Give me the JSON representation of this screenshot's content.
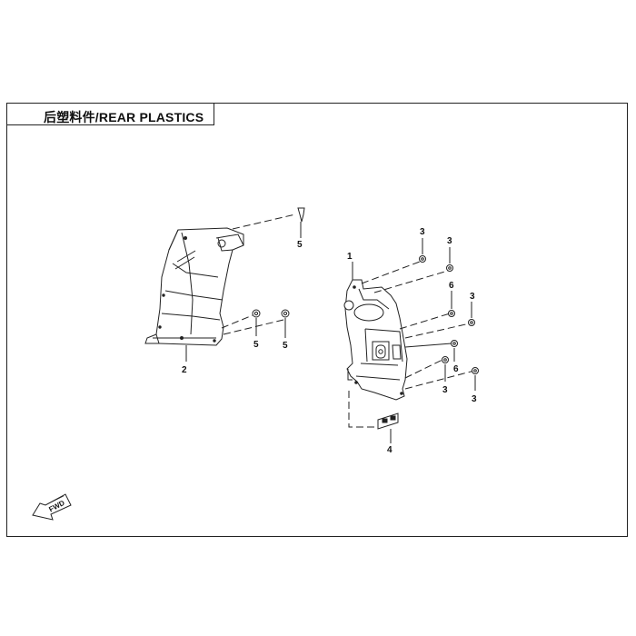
{
  "header": {
    "title": "后塑料件/REAR PLASTICS"
  },
  "diagram": {
    "orientation_label": "FWD",
    "callouts": [
      {
        "id": "c1",
        "label": "1"
      },
      {
        "id": "c2",
        "label": "2"
      },
      {
        "id": "c3a",
        "label": "3"
      },
      {
        "id": "c3b",
        "label": "3"
      },
      {
        "id": "c3c",
        "label": "3"
      },
      {
        "id": "c3d",
        "label": "3"
      },
      {
        "id": "c3e",
        "label": "3"
      },
      {
        "id": "c4",
        "label": "4"
      },
      {
        "id": "c5a",
        "label": "5"
      },
      {
        "id": "c5b",
        "label": "5"
      },
      {
        "id": "c5c",
        "label": "5"
      },
      {
        "id": "c6a",
        "label": "6"
      },
      {
        "id": "c6b",
        "label": "6"
      }
    ]
  }
}
